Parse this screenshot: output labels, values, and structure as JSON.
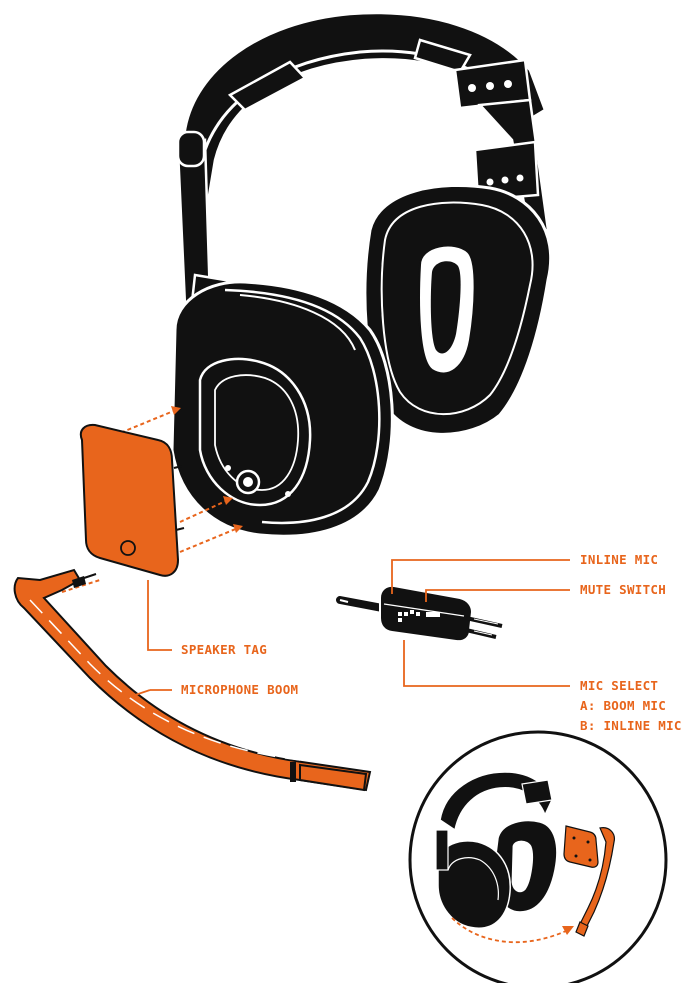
{
  "labels": {
    "inline_mic": "INLINE MIC",
    "mute_switch": "MUTE SWITCH",
    "mic_select": "MIC SELECT",
    "mic_select_a": "A: BOOM MIC",
    "mic_select_b": "B: INLINE MIC",
    "speaker_tag": "SPEAKER TAG",
    "microphone_boom": "MICROPHONE BOOM"
  },
  "colors": {
    "accent": "#e8651c",
    "ink": "#111111",
    "paper": "#ffffff"
  },
  "icons": {
    "headset": "headset-illustration",
    "speaker_tag": "speaker-tag-plate",
    "boom": "microphone-boom",
    "inline_mic": "inline-mic-controller",
    "inset": "assembly-inset"
  }
}
